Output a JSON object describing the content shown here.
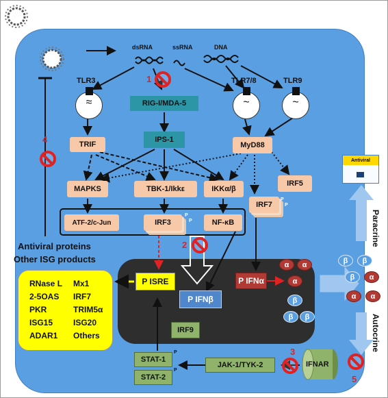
{
  "ligands": {
    "dsrna": "dsRNA",
    "ssrna": "ssRNA",
    "dna": "DNA"
  },
  "receptors": {
    "tlr3": "TLR3",
    "tlr78": "TLR7/8",
    "tlr9": "TLR9",
    "ifnar": "IFNAR"
  },
  "adaptors": {
    "rig": "RIG-I/MDA-5",
    "ips": "IPS-1",
    "trif": "TRIF",
    "myd88": "MyD88"
  },
  "kinases": {
    "mapks": "MAPKS",
    "tbk": "TBK-1/Ikkε",
    "ikk": "IKKα/β"
  },
  "factors": {
    "irf5": "IRF5",
    "irf7": "IRF7",
    "atf": "ATF-2/c-Jun",
    "irf3": "IRF3",
    "nfkb": "NF-κB",
    "irf9": "IRF9",
    "stat1": "STAT-1",
    "stat2": "STAT-2",
    "jak": "JAK-1/TYK-2"
  },
  "nuclear": {
    "isre": "P ISRE",
    "ifnb": "P IFNβ",
    "ifna": "P IFNα"
  },
  "phospho": "P",
  "steps": {
    "s1": "1",
    "s2": "2",
    "s3": "3",
    "s4": "4",
    "s5": "5"
  },
  "text": {
    "antiviral_proteins": "Antiviral proteins",
    "isg_products": "Other ISG products",
    "paracrine": "Paracrine",
    "autocrine": "Autocrine",
    "antiviral_badge": "Antiviral"
  },
  "isg_genes": {
    "left": [
      "RNase L",
      "2-5OAS",
      "PKR",
      "ISG15",
      "ADAR1"
    ],
    "right": [
      "Mx1",
      "IRF7",
      "TRIM5α",
      "ISG20",
      "Others"
    ]
  },
  "ifn": {
    "alpha": "α",
    "beta": "β"
  },
  "colors": {
    "cell": "#5b9fe3",
    "nucleus": "#2e2e2e",
    "adaptor": "#f8c9a8",
    "rig": "#2c96a6",
    "stat": "#8fb36a",
    "isg_box": "#ffff00",
    "inhibition": "#e02222"
  },
  "icons": {
    "virus": "virus-icon",
    "block": "prohibition-icon"
  }
}
